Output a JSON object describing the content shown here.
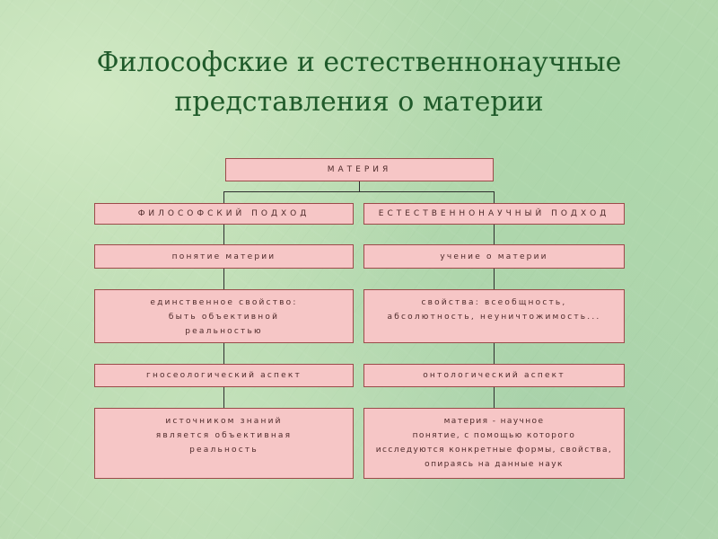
{
  "title": {
    "line1": "Философские и естественнонаучные",
    "line2": "представления о материи"
  },
  "diagram": {
    "root": "МАТЕРИЯ",
    "philosophical": {
      "heading": "ФИЛОСОФСКИЙ ПОДХОД",
      "concept": "понятие материи",
      "property": [
        "единственное свойство:",
        "быть объективной",
        "реальностью"
      ],
      "aspect": "гносеологический аспект",
      "detail": [
        "источником знаний",
        "является объективная",
        "реальность"
      ]
    },
    "natural_science": {
      "heading": "ЕСТЕСТВЕННОНАУЧНЫЙ ПОДХОД",
      "concept": "учение о материи",
      "property": [
        "свойства: всеобщность,",
        "абсолютность, неуничтожимость..."
      ],
      "aspect": "онтологический аспект",
      "detail": [
        "материя - научное",
        "понятие, с помощью которого",
        "исследуются конкретные формы, свойства,",
        "опираясь на данные наук"
      ]
    }
  },
  "colors": {
    "box_fill": "#f6c6c6",
    "box_border": "#9c4a4a",
    "title_text": "#1f5a2a",
    "connector": "#2e2e2e"
  }
}
